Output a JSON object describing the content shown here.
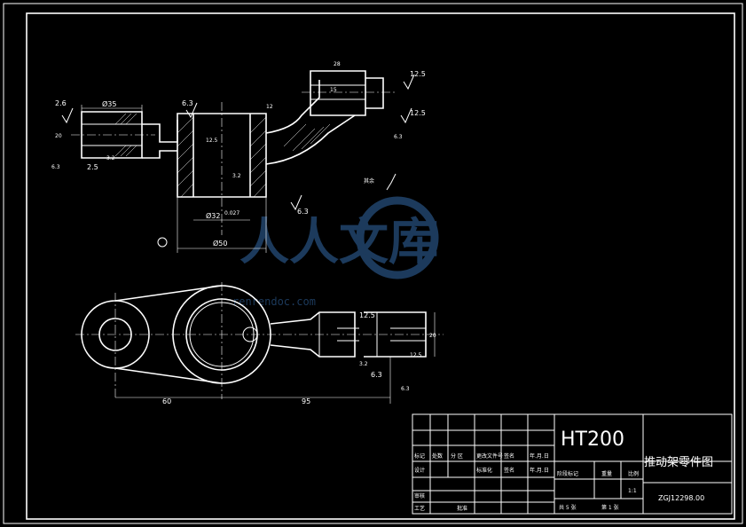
{
  "top_view": {
    "dims": {
      "d35": "Ø35",
      "d50": "Ø50",
      "d32": "Ø32",
      "d32_tol": "0.027",
      "r26": "2.6",
      "r63a": "6.3",
      "r63b": "6.3",
      "r32": "3.2",
      "r25": "2.5",
      "r32b": "3.2",
      "dim_20": "20",
      "dim_12": "12",
      "dim_28": "28",
      "dim_15": "15",
      "r125a": "12.5",
      "r125b": "12.5",
      "r125c": "12.5",
      "r63c": "6.3",
      "r63d": "6.3"
    },
    "note": "其余"
  },
  "plan_view": {
    "dims": {
      "dim_60": "60",
      "dim_95": "95",
      "dim_20": "20",
      "r125": "12.5",
      "r125b": "12.5",
      "r32": "3.2",
      "r63": "6.3",
      "r63b": "6.3"
    }
  },
  "title_block": {
    "material": "HT200",
    "part_name": "推动架零件图",
    "drawing_no": "ZGJ12298.00",
    "scale_label": "比例",
    "scale_value": "1:1",
    "weight_label": "重量",
    "stage_label": "阶段标记",
    "sheets_total": "共 5 张",
    "sheet_no": "第 1 张",
    "hdr": [
      "标记",
      "处数",
      "分 区",
      "更改文件号",
      "签名",
      "年.月.日"
    ],
    "row_design": "设计",
    "row_std": "标准化",
    "row_review": "审核",
    "row_process": "工艺",
    "row_approve": "批准",
    "sign_label": "签名",
    "date_label": "年.月.日"
  },
  "watermark": {
    "text": "人人文库",
    "url": "renrendoc.com"
  }
}
